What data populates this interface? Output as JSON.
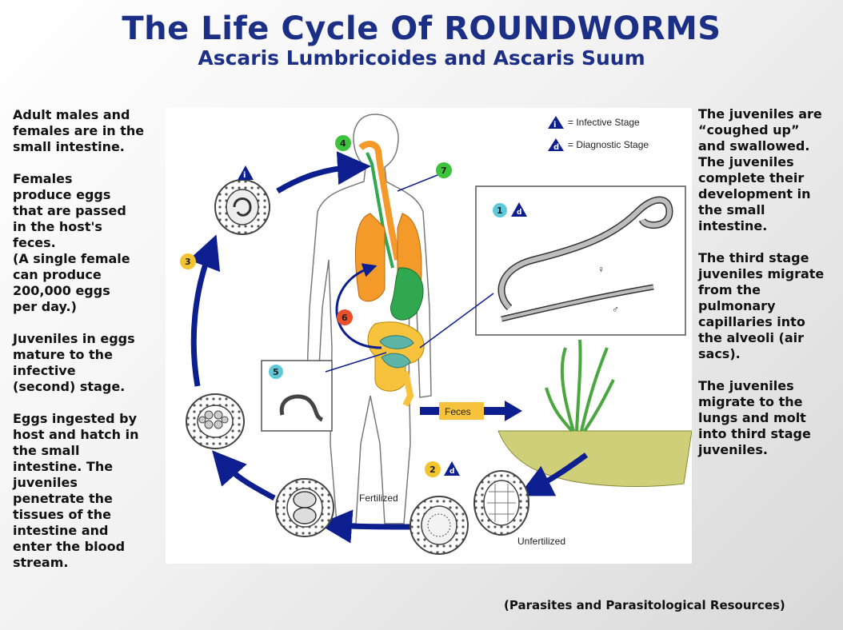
{
  "title": "The Life Cycle Of ROUNDWORMS",
  "subtitle": "Ascaris Lumbricoides and Ascaris Suum",
  "left_text": [
    "Adult males and\nfemales are in the\nsmall intestine.",
    "Females\nproduce eggs\nthat are passed\nin the host's\nfeces.\n(A single female\ncan produce\n200,000 eggs\nper day.)",
    "Juveniles in eggs\nmature to the\ninfective\n(second) stage.",
    "Eggs ingested by\nhost and hatch in\nthe small\nintestine.  The\njuveniles\npenetrate the\ntissues of the\nintestine and\nenter the blood\nstream."
  ],
  "right_text": [
    "The juveniles are\n“coughed up”\nand swallowed.\nThe juveniles\ncomplete their\ndevelopment in\nthe small\nintestine.",
    "The third stage\njuveniles migrate\nfrom the\npulmonary\ncapillaries into\nthe alveoli (air\nsacs).",
    "The juveniles\nmigrate to the\nlungs and molt\ninto third stage\njuveniles."
  ],
  "credit": "(Parasites and Parasitological Resources)",
  "legend": {
    "infective_symbol": "i",
    "infective_label": "= Infective Stage",
    "diagnostic_symbol": "d",
    "diagnostic_label": "= Diagnostic Stage"
  },
  "stage_numbers": [
    "1",
    "2",
    "3",
    "4",
    "5",
    "6",
    "7"
  ],
  "labels": {
    "feces": "Feces",
    "fertilized": "Fertilized",
    "unfertilized": "Unfertilized",
    "female_symbol": "♀",
    "male_symbol": "♂"
  },
  "colors": {
    "title": "#1b2f86",
    "arrow": "#0d1f8f",
    "stage_1": "#5ec9d8",
    "stage_2": "#f4c430",
    "stage_3": "#f4c430",
    "stage_4": "#3cc33c",
    "stage_5": "#5ec9d8",
    "stage_6": "#e8502a",
    "stage_7": "#3cc33c",
    "lungs": "#f39a2b",
    "intestine": "#f7c23c",
    "stomach": "#2fa84f",
    "soil": "#cfcf7a",
    "grass": "#4aa63f"
  }
}
